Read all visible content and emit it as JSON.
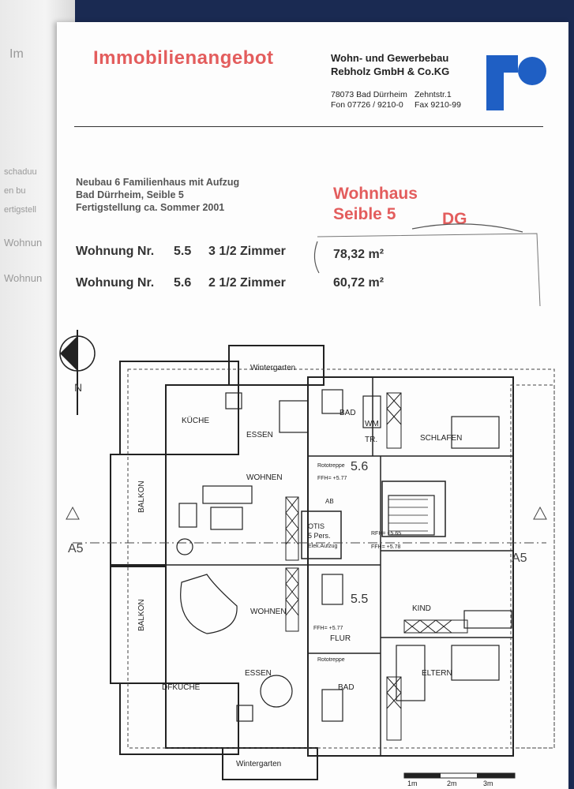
{
  "header": {
    "title": "Immobilienangebot",
    "company_line1": "Wohn- und Gewerbebau",
    "company_line2": "Rebholz GmbH & Co.KG",
    "address_city": "78073 Bad Dürrheim",
    "address_street": "Zehntstr.1",
    "phone": "Fon 07726 / 9210-0",
    "fax": "Fax 9210-99"
  },
  "project": {
    "line1": "Neubau 6 Familienhaus mit Aufzug",
    "line2": "Bad Dürrheim, Seible 5",
    "line3": "Fertigstellung ca. Sommer 2001"
  },
  "building": {
    "label1": "Wohnhaus",
    "label2": "Seible 5",
    "floor": "DG"
  },
  "units": [
    {
      "label": "Wohnung Nr.",
      "number": "5.5",
      "rooms": "3 1/2 Zimmer",
      "area": "78,32 m²"
    },
    {
      "label": "Wohnung Nr.",
      "number": "5.6",
      "rooms": "2 1/2 Zimmer",
      "area": "60,72 m²"
    }
  ],
  "plan": {
    "wintergarten_top": "Wintergarten",
    "wintergarten_bottom": "Wintergarten",
    "kueche": "KÜCHE",
    "essen_top": "ESSEN",
    "wohnen_top": "WOHNEN",
    "balkon_top": "BALKON",
    "balkon_bottom": "BALKON",
    "bad_top": "BAD",
    "wm": "WM",
    "tr": "TR.",
    "schlafen": "SCHLAFEN",
    "unit_top": "5.6",
    "unit_bottom": "5.5",
    "rototreppe_top": "Rototreppe",
    "ffh_top": "FFH= +5.77",
    "ab": "AB",
    "otis1": "OTIS",
    "otis2": "5 Pers.",
    "otis3": "Elek.Aufzug",
    "rfh": "RFH= +5.65",
    "ffh_stair": "FFH= +5.78",
    "section_left": "A5",
    "section_right": "A5",
    "wohnen_bottom": "WOHNEN",
    "kind": "KIND",
    "ffh_bottom": "FFH= +5.77",
    "flur": "FLUR",
    "rototreppe_bottom": "Rototreppe",
    "essen_bottom": "ESSEN",
    "dfkueche": "DFKÜCHE",
    "bad_bottom": "BAD",
    "eltern": "ELTERN",
    "north": "N",
    "scale_1": "1m",
    "scale_2": "2m",
    "scale_3": "3m"
  },
  "left_page_fragments": [
    "Im",
    "schaduu",
    "en bu",
    "ertigstell",
    "Wohnun",
    "Wohnun"
  ]
}
